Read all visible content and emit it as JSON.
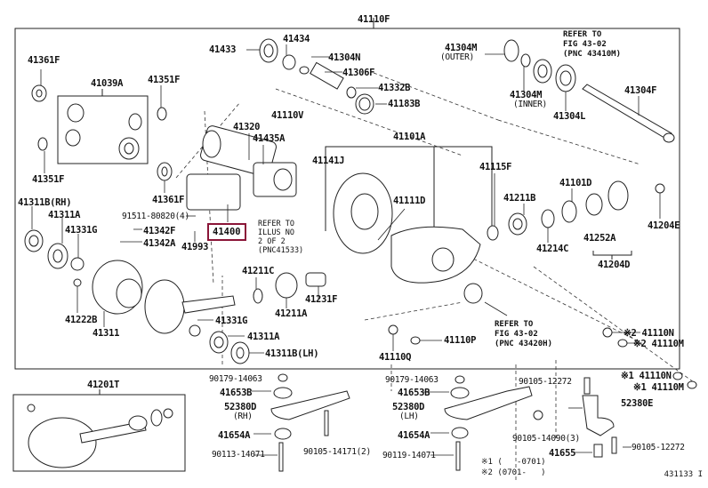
{
  "diagram": {
    "title_part": "41110F",
    "figure_code": "431133 I",
    "highlighted_part": "41400",
    "highlight_color": "#8a1538",
    "labels": {
      "p41110F": "41110F",
      "p41433": "41433",
      "p41434": "41434",
      "p41304N": "41304N",
      "p41306F": "41306F",
      "p41332B": "41332B",
      "p41183B": "41183B",
      "p41304M_outer": "41304M",
      "outer": "(OUTER)",
      "p41304M_inner": "41304M",
      "inner": "(INNER)",
      "p41304L": "41304L",
      "p41304F": "41304F",
      "p41361F_top": "41361F",
      "p41039A": "41039A",
      "p41351F_top": "41351F",
      "p41351F": "41351F",
      "p41320": "41320",
      "p41110V": "41110V",
      "p41435A": "41435A",
      "p41361F": "41361F",
      "p41101A": "41101A",
      "p41141J": "41141J",
      "p41115F": "41115F",
      "p41111D": "41111D",
      "p41211B": "41211B",
      "p41101D": "41101D",
      "p41214C": "41214C",
      "p41252A": "41252A",
      "p41204D": "41204D",
      "p41204E": "41204E",
      "p41311B_rh": "41311B(RH)",
      "p41311A_l": "41311A",
      "p41331G_l": "41331G",
      "p91511": "91511-80820(4)",
      "p41342F": "41342F",
      "p41342A": "41342A",
      "p41993": "41993",
      "p41400": "41400",
      "p41222B": "41222B",
      "p41311": "41311",
      "p41211C": "41211C",
      "p41211A": "41211A",
      "p41231F": "41231F",
      "p41331G": "41331G",
      "p41311A": "41311A",
      "p41311B_lh": "41311B(LH)",
      "p41110Q": "41110Q",
      "p41110P": "41110P",
      "p41110N_2": "※2 41110N",
      "p41110M_2": "※2 41110M",
      "p41110N_1": "※1 41110N",
      "p41110M_1": "※1 41110M",
      "p41201T": "41201T",
      "p90179_a": "90179-14063",
      "p41653B_a": "41653B",
      "p52380D_rh": "52380D",
      "rh": "(RH)",
      "p41654A_a": "41654A",
      "p90113": "90113-14071",
      "p90105_14171": "90105-14171(2)",
      "p90179_b": "90179-14063",
      "p41653B_b": "41653B",
      "p52380D_lh": "52380D",
      "lh": "(LH)",
      "p41654A_b": "41654A",
      "p90119": "90119-14071",
      "p90105_12272_a": "90105-12272",
      "p52380E": "52380E",
      "p90105_14090": "90105-14090(3)",
      "p41655": "41655",
      "p90105_12272_b": "90105-12272"
    },
    "notes": {
      "refer_43410M": "REFER TO\nFIG 43-02\n(PNC 43410M)",
      "refer_illus": "REFER TO\nILLUS NO\n2 OF 2\n(PNC41533)",
      "refer_43420H": "REFER TO\nFIG 43-02\n(PNC 43420H)",
      "legend_1": "※1 (   -0701)",
      "legend_2": "※2 (0701-   )"
    }
  }
}
